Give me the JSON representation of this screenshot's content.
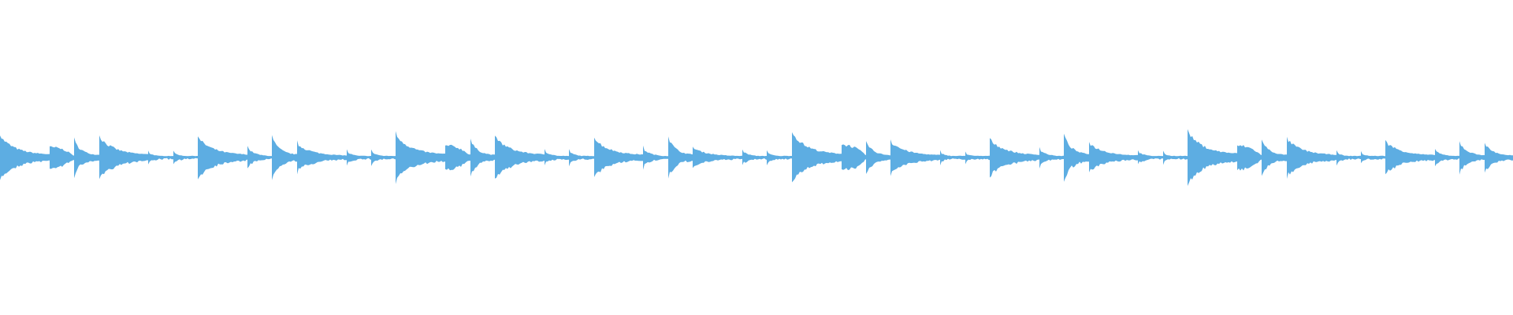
{
  "chart_data": {
    "type": "area",
    "title": "",
    "xlabel": "",
    "ylabel": "",
    "grid": false,
    "legend": "none",
    "xlim": [
      0,
      61.15
    ],
    "ylim": [
      -1,
      1
    ],
    "color": "#5DADE2",
    "onsets": [
      {
        "t": 0,
        "amp": 0.135
      },
      {
        "t": 2,
        "amp": 0.065
      },
      {
        "t": 3,
        "amp": 0.105
      },
      {
        "t": 4,
        "amp": 0.13
      },
      {
        "t": 6,
        "amp": 0.03
      },
      {
        "t": 7,
        "amp": 0.03
      },
      {
        "t": 8,
        "amp": 0.125
      },
      {
        "t": 10,
        "amp": 0.06
      },
      {
        "t": 11,
        "amp": 0.125
      },
      {
        "t": 12,
        "amp": 0.085
      },
      {
        "t": 14,
        "amp": 0.035
      },
      {
        "t": 15,
        "amp": 0.035
      },
      {
        "t": 16,
        "amp": 0.145
      },
      {
        "t": 18,
        "amp": 0.075
      },
      {
        "t": 19,
        "amp": 0.105
      },
      {
        "t": 20,
        "amp": 0.13
      },
      {
        "t": 22,
        "amp": 0.04
      },
      {
        "t": 23,
        "amp": 0.035
      },
      {
        "t": 24,
        "amp": 0.12
      },
      {
        "t": 26,
        "amp": 0.055
      },
      {
        "t": 27,
        "amp": 0.125
      },
      {
        "t": 28,
        "amp": 0.06
      },
      {
        "t": 30,
        "amp": 0.04
      },
      {
        "t": 31,
        "amp": 0.03
      },
      {
        "t": 32,
        "amp": 0.155
      },
      {
        "t": 34,
        "amp": 0.08
      },
      {
        "t": 35,
        "amp": 0.095
      },
      {
        "t": 36,
        "amp": 0.1
      },
      {
        "t": 38,
        "amp": 0.03
      },
      {
        "t": 39,
        "amp": 0.025
      },
      {
        "t": 40,
        "amp": 0.115
      },
      {
        "t": 42,
        "amp": 0.05
      },
      {
        "t": 43,
        "amp": 0.14
      },
      {
        "t": 44,
        "amp": 0.09
      },
      {
        "t": 46,
        "amp": 0.035
      },
      {
        "t": 47,
        "amp": 0.025
      },
      {
        "t": 48,
        "amp": 0.165
      },
      {
        "t": 50,
        "amp": 0.075
      },
      {
        "t": 51,
        "amp": 0.105
      },
      {
        "t": 52,
        "amp": 0.115
      },
      {
        "t": 54,
        "amp": 0.03
      },
      {
        "t": 55,
        "amp": 0.025
      },
      {
        "t": 56,
        "amp": 0.1
      },
      {
        "t": 58,
        "amp": 0.045
      },
      {
        "t": 59,
        "amp": 0.095
      },
      {
        "t": 60,
        "amp": 0.085
      }
    ]
  }
}
